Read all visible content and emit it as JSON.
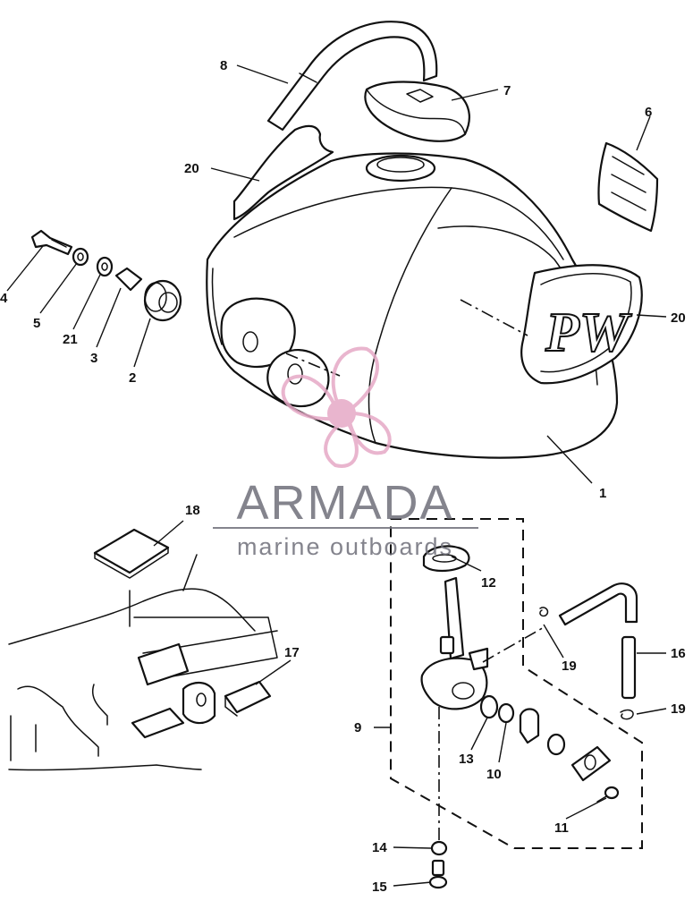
{
  "diagram": {
    "part_labels": [
      "1",
      "2",
      "3",
      "4",
      "5",
      "6",
      "7",
      "8",
      "9",
      "10",
      "11",
      "12",
      "13",
      "14",
      "15",
      "16",
      "17",
      "18",
      "19",
      "19",
      "20",
      "20",
      "21"
    ]
  },
  "watermark": {
    "brand": "ARMADA",
    "tagline": "marine outboards",
    "logo_color": "#e6a9c6",
    "text_color": "#6f6f7a"
  }
}
